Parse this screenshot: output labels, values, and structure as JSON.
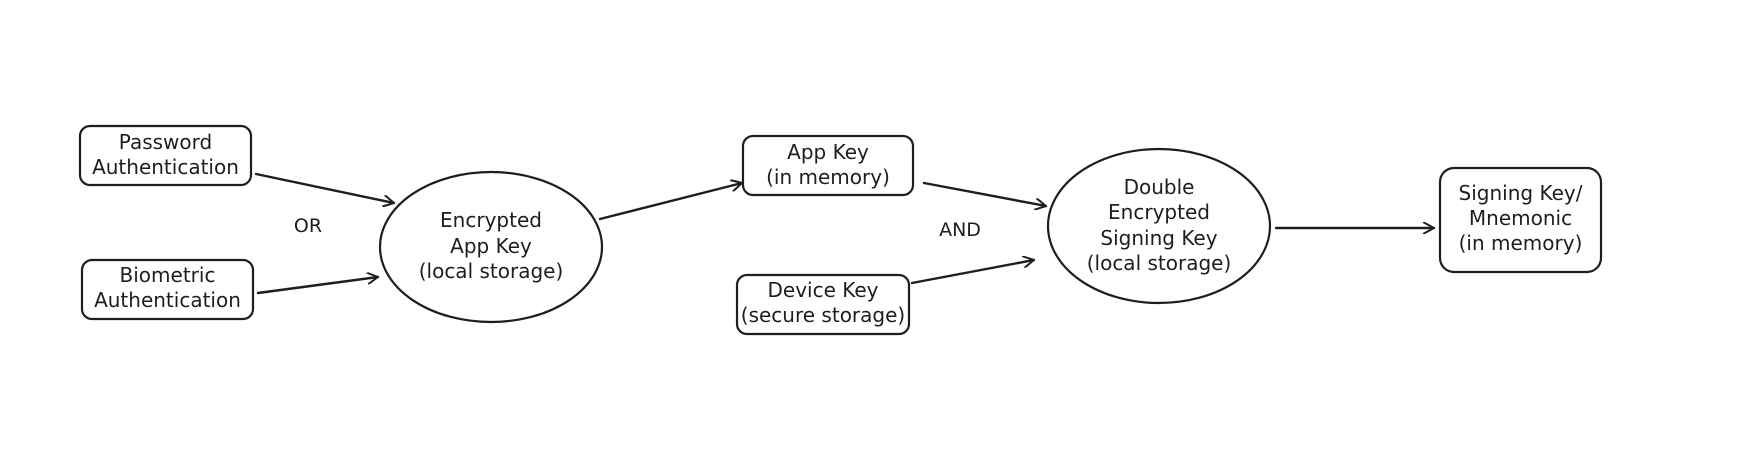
{
  "diagram": {
    "nodes": {
      "password_auth": {
        "lines": [
          "Password",
          "Authentication"
        ]
      },
      "biometric_auth": {
        "lines": [
          "Biometric",
          "Authentication"
        ]
      },
      "encrypted_app_key": {
        "lines": [
          "Encrypted",
          "App Key",
          "(local storage)"
        ]
      },
      "app_key": {
        "lines": [
          "App Key",
          "(in memory)"
        ]
      },
      "device_key": {
        "lines": [
          "Device Key",
          "(secure storage)"
        ]
      },
      "double_encrypted_signing_key": {
        "lines": [
          "Double",
          "Encrypted",
          "Signing Key",
          "(local storage)"
        ]
      },
      "signing_key": {
        "lines": [
          "Signing Key/",
          "Mnemonic",
          "(in memory)"
        ]
      }
    },
    "labels": {
      "or": "OR",
      "and": "AND"
    }
  }
}
